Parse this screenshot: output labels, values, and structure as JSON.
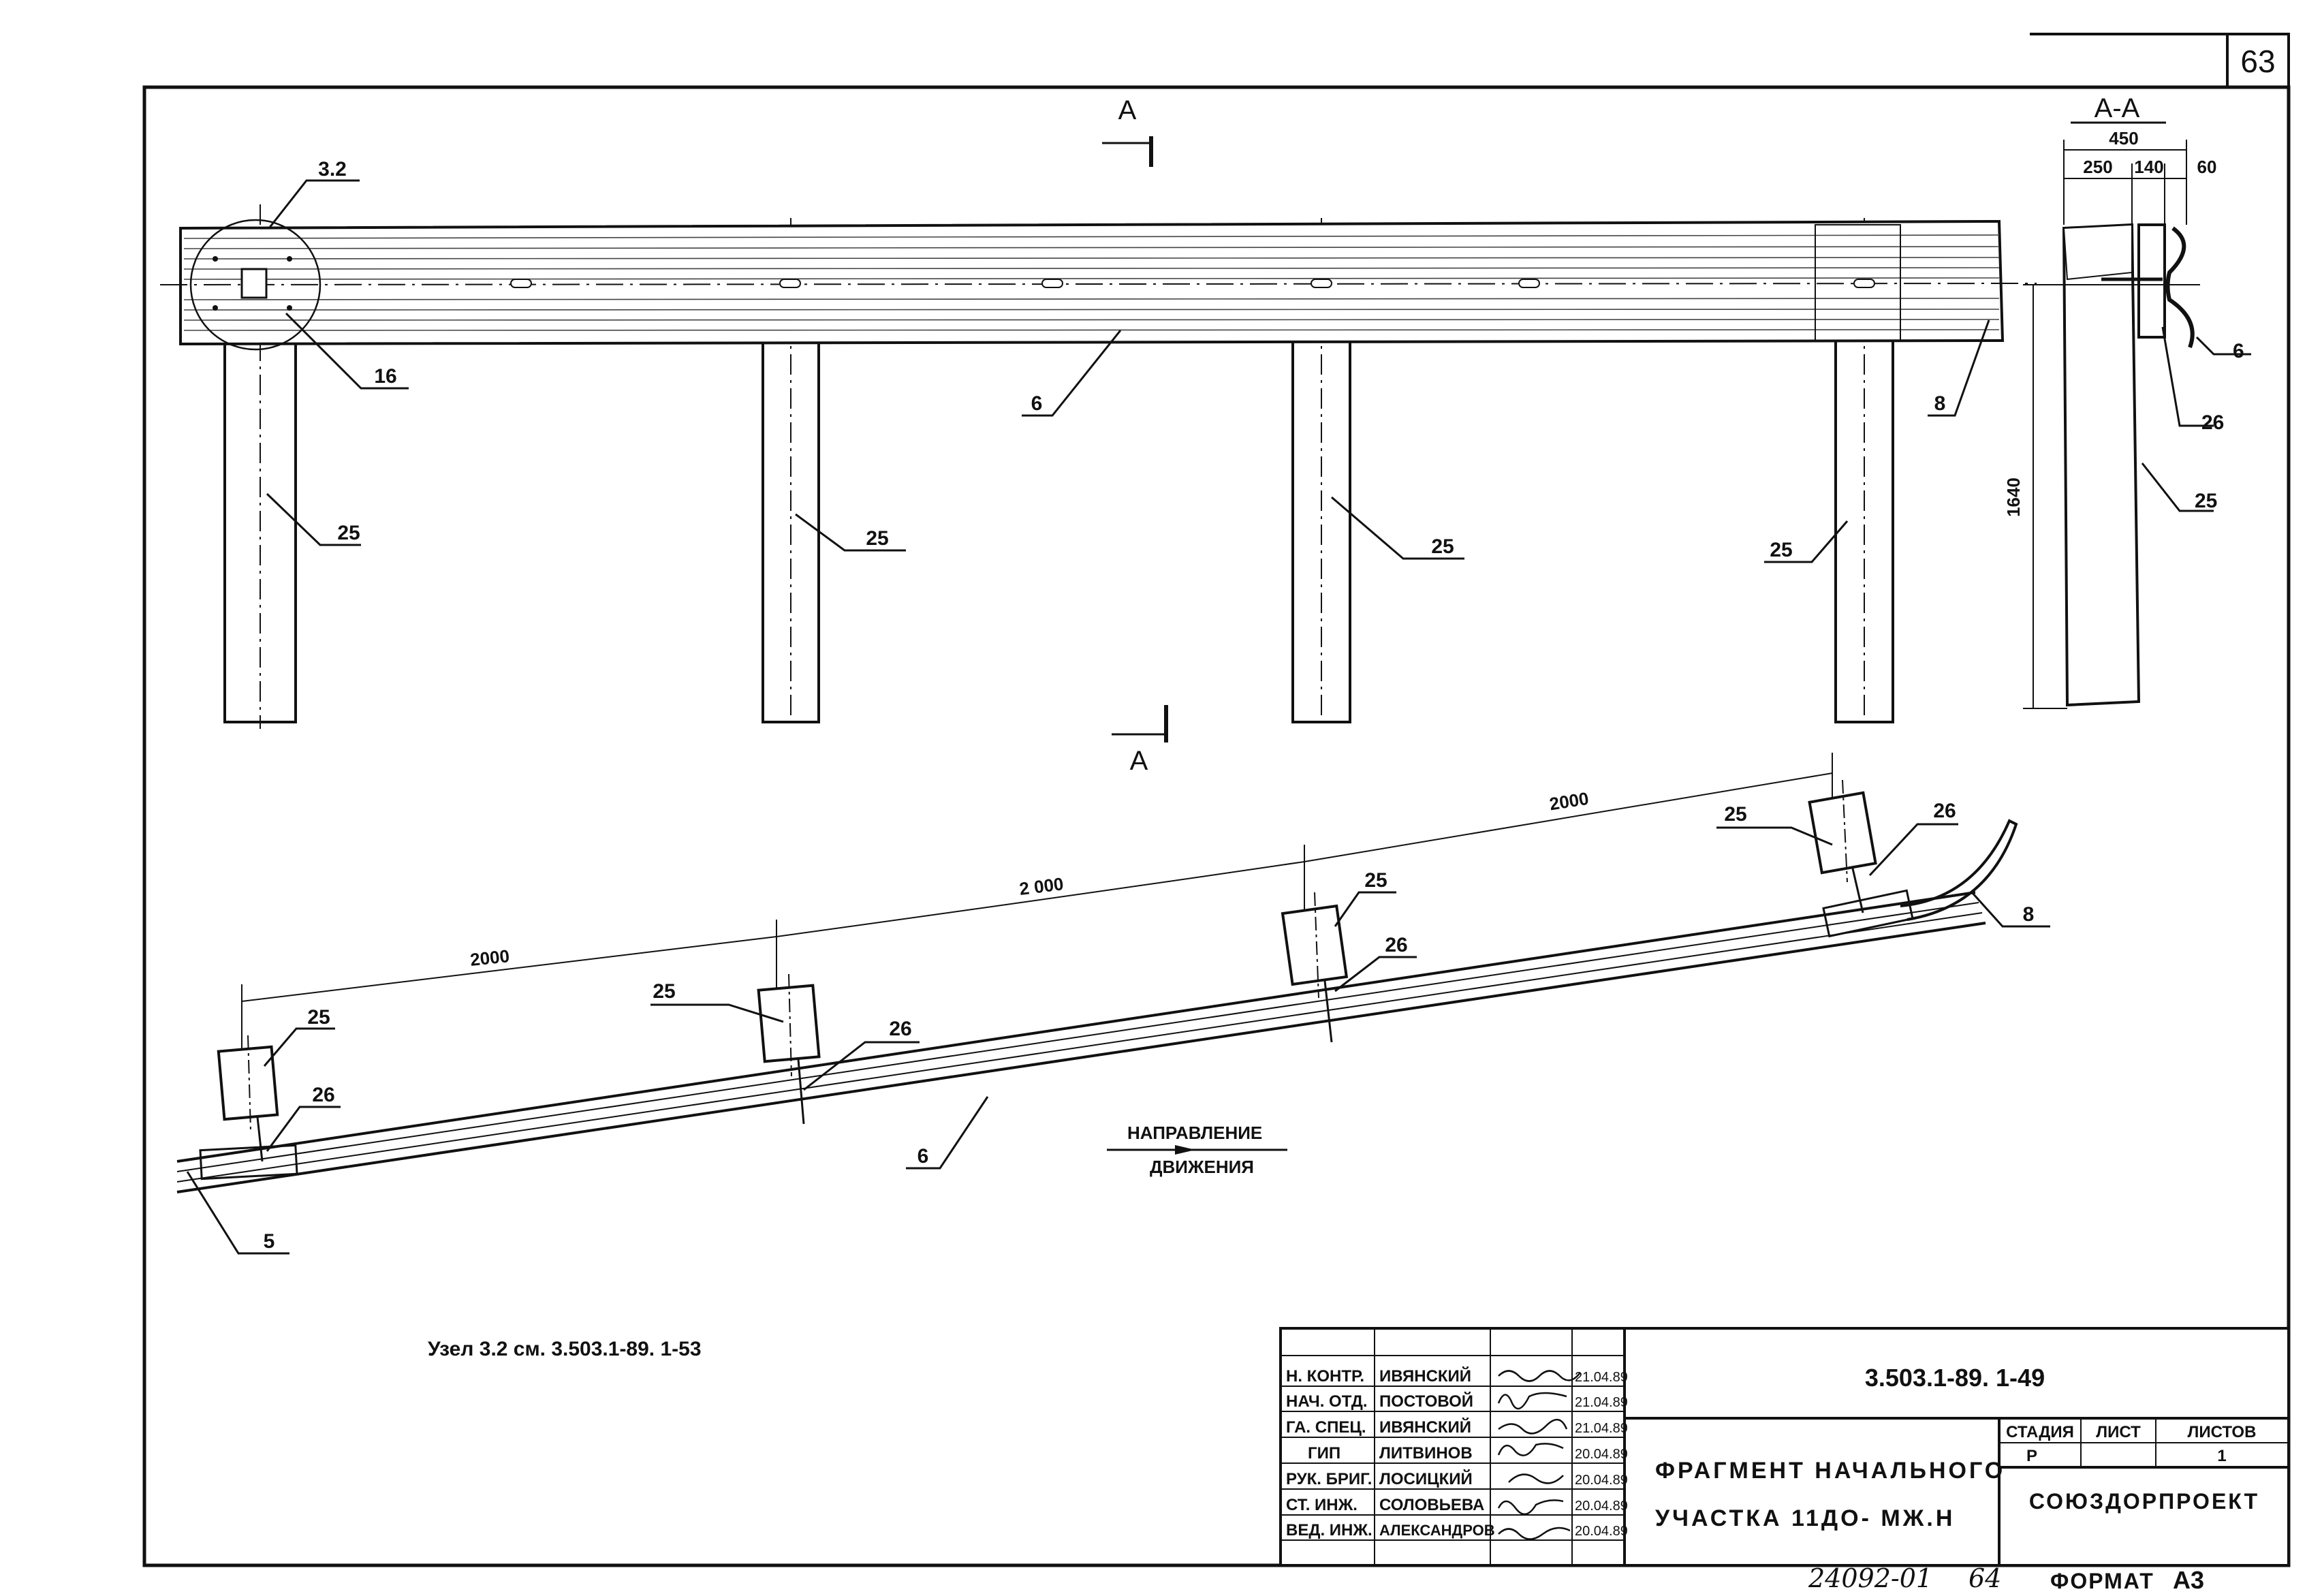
{
  "sheet": {
    "page_number": "63",
    "bottom_number": "24092-01",
    "bottom_page": "64",
    "format_label": "ФОРМАТ",
    "format_value": "А3"
  },
  "elevation_view": {
    "section_marker": "А",
    "labels": {
      "node_ref": "3.2",
      "bolt": "16",
      "beam": "6",
      "end_piece": "8",
      "post": "25"
    }
  },
  "section_view": {
    "title": "А-А",
    "dims": {
      "total_width": "450",
      "w1": "250",
      "w2": "140",
      "w3": "60",
      "height": "1640"
    },
    "labels": {
      "beam": "6",
      "spacer": "26",
      "post": "25"
    }
  },
  "plan_view": {
    "dims": {
      "span1": "2000",
      "span2": "2 000",
      "span3": "2000"
    },
    "labels": {
      "post": "25",
      "spacer": "26",
      "beam": "6",
      "end_piece": "8",
      "start_piece": "5"
    },
    "direction": {
      "line1": "НАПРАВЛЕНИЕ",
      "line2": "ДВИЖЕНИЯ"
    }
  },
  "note": "Узел 3.2 см. 3.503.1-89. 1-53",
  "stamp": {
    "doc_code": "3.503.1-89. 1-49",
    "title_line1": "ФРАГМЕНТ НАЧАЛЬНОГО",
    "title_line2": "УЧАСТКА 11ДО- МЖ.Н",
    "org": "СОЮЗДОРПРОЕКТ",
    "headers": {
      "stage": "СТАДИЯ",
      "sheet": "ЛИСТ",
      "sheets": "ЛИСТОВ"
    },
    "values": {
      "stage": "Р",
      "sheet": "",
      "sheets": "1"
    },
    "rows": [
      {
        "role": "Н. КОНТР.",
        "name": "ИВЯНСКИЙ",
        "date": "21.04.89"
      },
      {
        "role": "НАЧ. ОТД.",
        "name": "ПОСТОВОЙ",
        "date": "21.04.89"
      },
      {
        "role": "ГА. СПЕЦ.",
        "name": "ИВЯНСКИЙ",
        "date": "21.04.89"
      },
      {
        "role": "ГИП",
        "name": "ЛИТВИНОВ",
        "date": "20.04.89"
      },
      {
        "role": "РУК. БРИГ.",
        "name": "ЛОСИЦКИЙ",
        "date": "20.04.89"
      },
      {
        "role": "СТ. ИНЖ.",
        "name": "СОЛОВЬЕВА",
        "date": "20.04.89"
      },
      {
        "role": "ВЕД. ИНЖ.",
        "name": "АЛЕКСАНДРОВ",
        "date": "20.04.89"
      }
    ]
  }
}
